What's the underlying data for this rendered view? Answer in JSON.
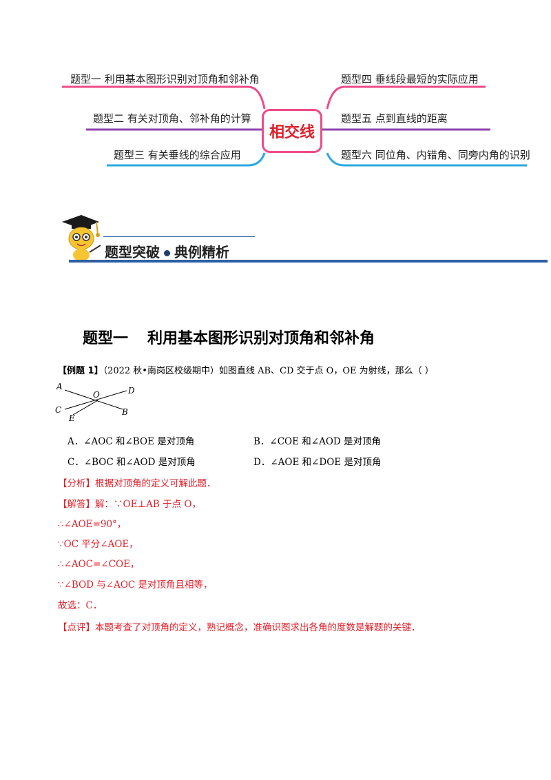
{
  "mindmap": {
    "center": "相交线",
    "left_items": [
      "题型一  利用基本图形识别对顶角和邻补角",
      "题型二 有关对顶角、邻补角的计算",
      "题型三       有关垂线的综合应用"
    ],
    "right_items": [
      "题型四     垂线段最短的实际应用",
      "题型五     点到直线的距离",
      "题型六   同位角、内错角、同旁内角的识别"
    ]
  },
  "banner": {
    "part1": "题型突破",
    "part2": "典例精析"
  },
  "section": {
    "title_a": "题型一",
    "title_b": "利用基本图形识别对顶角和邻补角"
  },
  "question": {
    "label": "【例题 1】",
    "text": "（2022 秋•南岗区校级期中）如图直线 AB、CD 交于点 O，OE 为射线，那么（        ）",
    "figure_labels": {
      "A": "A",
      "O": "O",
      "D": "D",
      "C": "C",
      "E": "E",
      "B": "B"
    },
    "options": [
      "A．∠AOC 和∠BOE 是对顶角",
      "B．∠COE 和∠AOD 是对顶角",
      "C．∠BOC 和∠AOD 是对顶角",
      "D．∠AOE 和∠DOE 是对顶角"
    ]
  },
  "solution": {
    "analysis": "【分析】根据对顶角的定义可解此题．",
    "lines": [
      "【解答】解：∵OE⊥AB 于点 O，",
      "∴∠AOE=90°，",
      "∵OC 平分∠AOE，",
      "∴∠AOC=∠COE，",
      "∵∠BOD 与∠AOC 是对顶角且相等，",
      "故选：C．"
    ],
    "comment": "【点评】本题考查了对顶角的定义，熟记概念，准确识图求出各角的度数是解题的关键．"
  },
  "colors": {
    "left_top": "#ef4a8a",
    "purple": "#8e44ad",
    "blue": "#29a8e0",
    "accent_red": "#e0202a",
    "banner_blue": "#2e5fa3"
  }
}
